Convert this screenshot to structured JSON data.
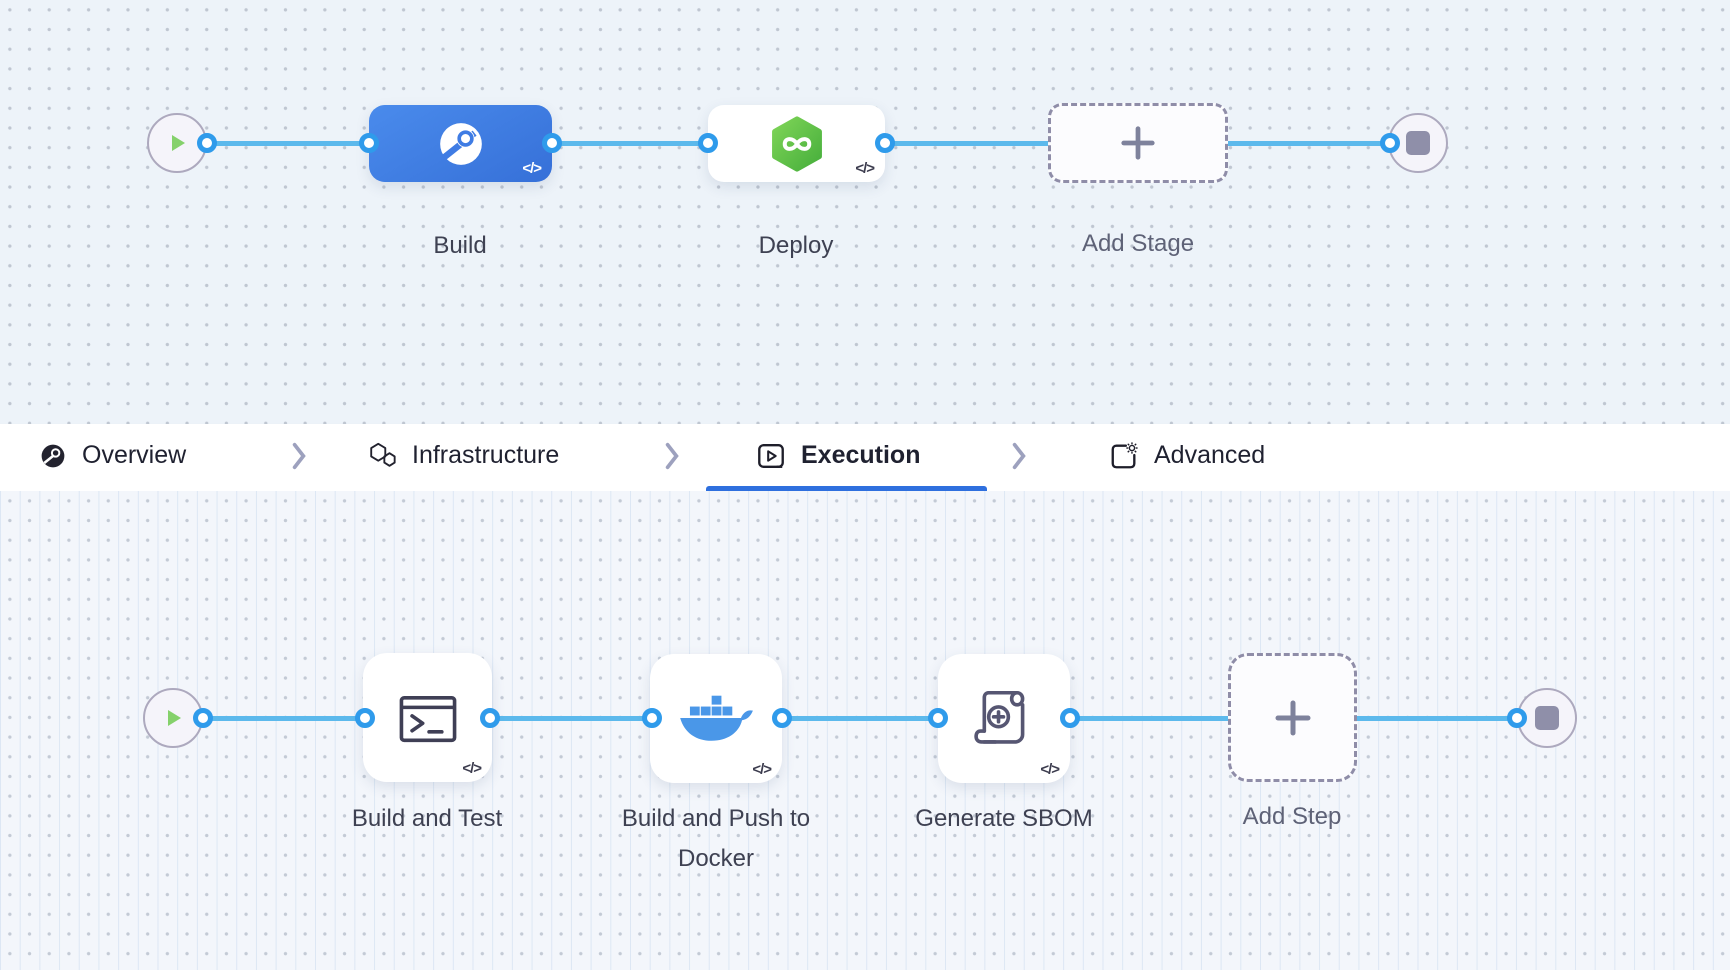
{
  "ui": {
    "code_glyph": "</>"
  },
  "stage_pipeline": {
    "stages": [
      {
        "label": "Build",
        "icon": "ci-build-icon",
        "selected": true
      },
      {
        "label": "Deploy",
        "icon": "cd-deploy-icon",
        "selected": false
      }
    ],
    "add_button_label": "Add Stage"
  },
  "tab_bar": {
    "active_tab": "Execution",
    "tabs": [
      {
        "label": "Overview",
        "icon": "pipeline-overview-icon"
      },
      {
        "label": "Infrastructure",
        "icon": "infrastructure-hexagons-icon"
      },
      {
        "label": "Execution",
        "icon": "execution-play-icon"
      },
      {
        "label": "Advanced",
        "icon": "advanced-settings-icon"
      }
    ]
  },
  "step_pipeline": {
    "steps": [
      {
        "label": "Build and Test",
        "icon": "run-terminal-icon"
      },
      {
        "label": "Build and Push to Docker",
        "icon": "docker-icon"
      },
      {
        "label": "Generate SBOM",
        "icon": "sbom-scroll-icon"
      }
    ],
    "add_button_label": "Add Step"
  },
  "colors": {
    "selected_stage_blue": "#3F7CE4",
    "connector_line": "#5CB9EC",
    "connector_port_ring": "#2F9BEB",
    "active_tab_underline": "#2E6FDE",
    "docker_blue": "#4A97E8",
    "deploy_green": "#5BC243",
    "start_play_green": "#85D16B"
  }
}
